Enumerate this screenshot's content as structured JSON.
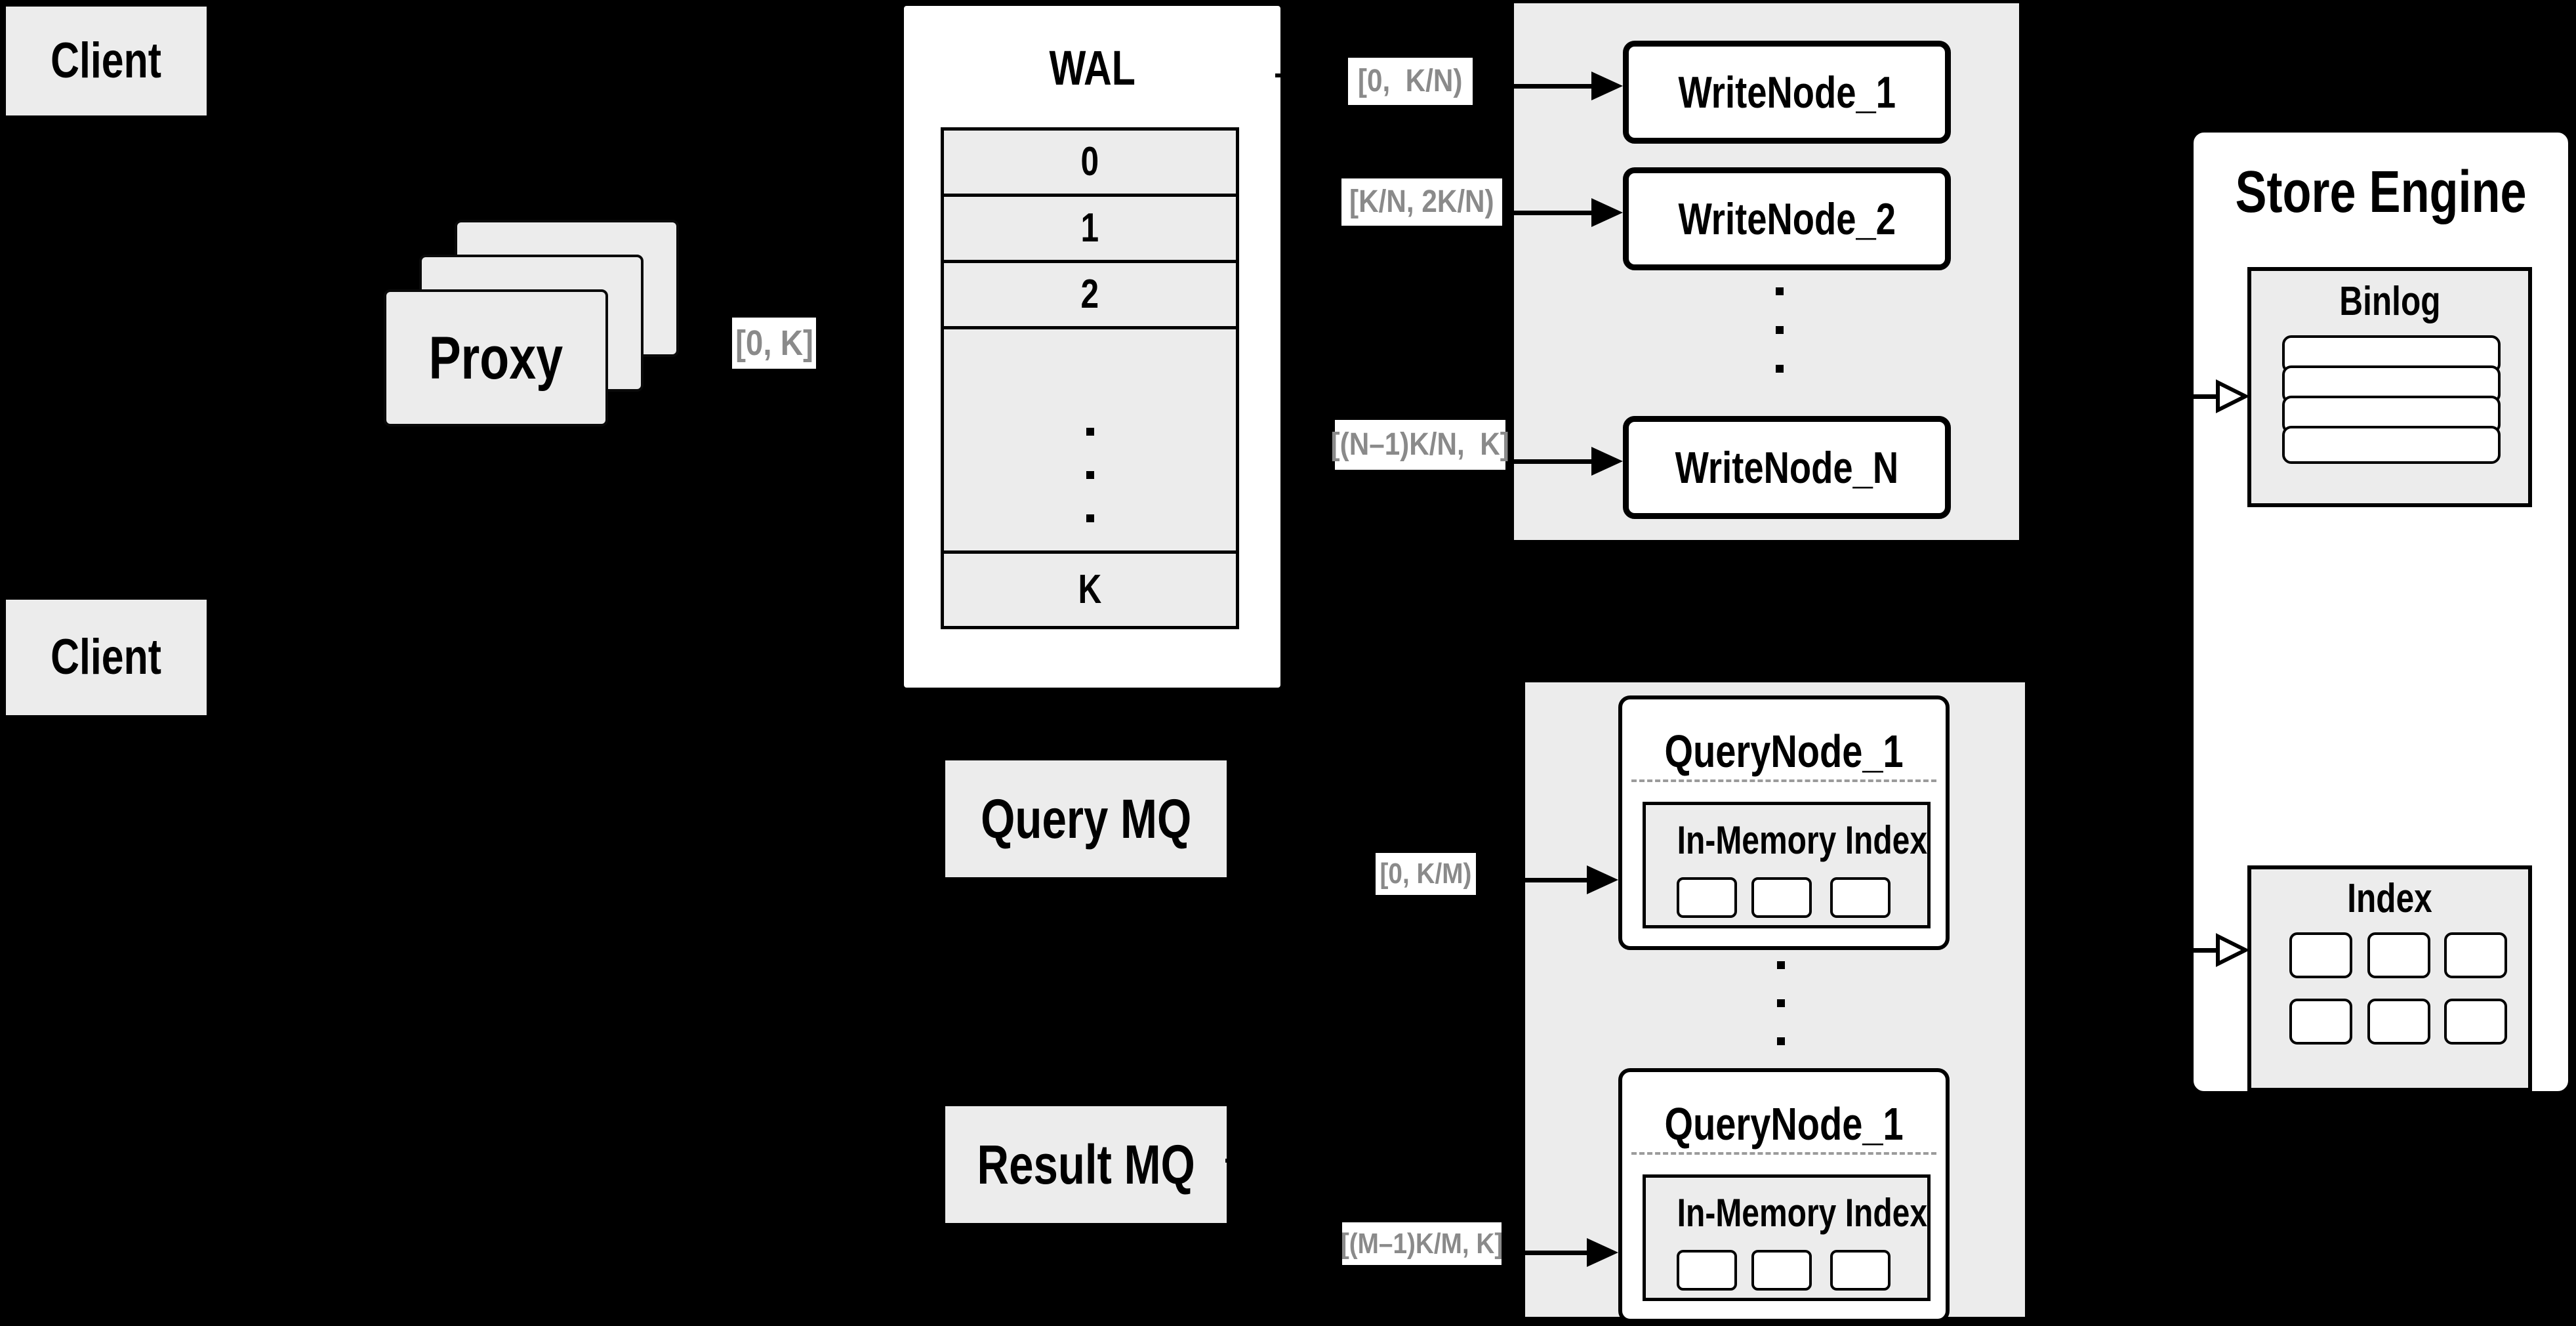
{
  "colors": {
    "background": "#000000",
    "panel_white": "#ffffff",
    "box_gray": "#ececec",
    "border": "#000000",
    "range_label_text": "#8a8a8a",
    "dashed_divider": "#9b9b9b"
  },
  "client_top": {
    "label": "Client"
  },
  "client_bottom": {
    "label": "Client"
  },
  "proxy": {
    "label": "Proxy"
  },
  "wal": {
    "title": "WAL",
    "rows": [
      "0",
      "1",
      "2"
    ],
    "last_row": "K"
  },
  "range_labels": {
    "proxy_out": "[0, K]",
    "write_1": "[0,  K/N)",
    "write_2": "[K/N, 2K/N)",
    "write_n": "[(N–1)K/N,  K]",
    "query_1": "[0, K/M)",
    "query_m": "[(M–1)K/M, K]"
  },
  "write_nodes": {
    "node_1": "WriteNode_1",
    "node_2": "WriteNode_2",
    "node_n": "WriteNode_N"
  },
  "query_nodes": {
    "top": {
      "title": "QueryNode_1",
      "index_title": "In-Memory Index"
    },
    "bottom": {
      "title": "QueryNode_1",
      "index_title": "In-Memory Index"
    }
  },
  "mq": {
    "query": "Query MQ",
    "result": "Result MQ"
  },
  "store_engine": {
    "title": "Store Engine",
    "binlog_title": "Binlog",
    "index_title": "Index"
  }
}
